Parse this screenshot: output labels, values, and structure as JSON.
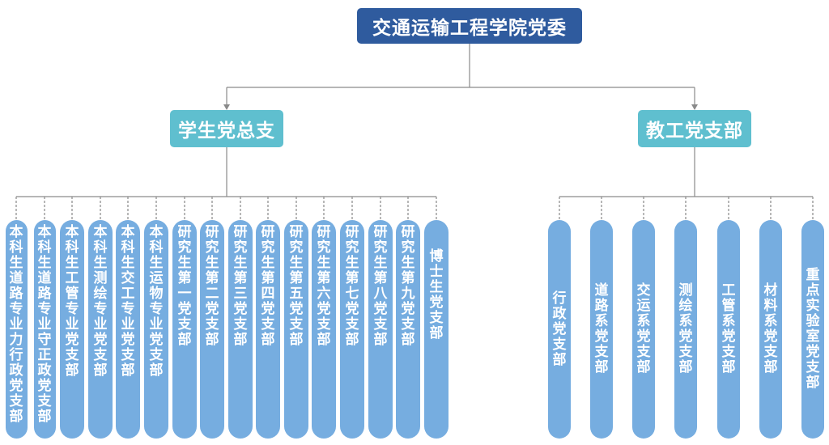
{
  "root": {
    "label": "交通运输工程学院党委"
  },
  "colors": {
    "root": "#2f5b9e",
    "group": "#5fbfcf",
    "branch": "#76ade0",
    "line": "#8a8a8a"
  },
  "groups": [
    {
      "label": "学生党总支",
      "branches": [
        "本科生道路专业力行政党支部",
        "本科生道路专业守正政党支部",
        "本科生工管专业党支部",
        "本科生测绘专业党支部",
        "本科生交工专业党支部",
        "本科生运物专业党支部",
        "研究生第一党支部",
        "研究生第二党支部",
        "研究生第三党支部",
        "研究生第四党支部",
        "研究生第五党支部",
        "研究生第六党支部",
        "研究生第七党支部",
        "研究生第八党支部",
        "研究生第九党支部",
        "博士生党支部"
      ]
    },
    {
      "label": "教工党支部",
      "branches": [
        "行政党支部",
        "道路系党支部",
        "交运系党支部",
        "测绘系党支部",
        "工管系党支部",
        "材料系党支部",
        "重点实验室党支部"
      ]
    }
  ]
}
